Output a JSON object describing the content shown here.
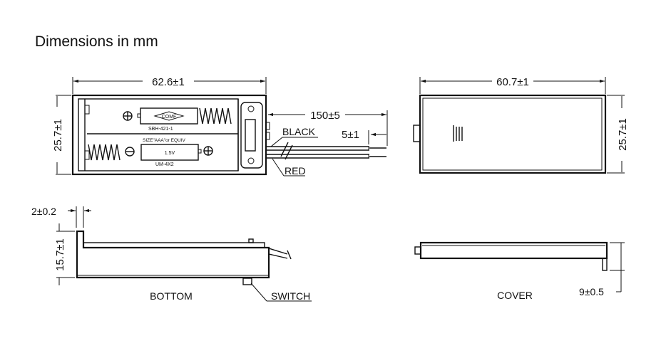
{
  "title": "Dimensions in mm",
  "top_view": {
    "width_dim": "62.6±1",
    "height_dim": "25.7±1",
    "wire_length_dim": "150±5",
    "strip_dim": "5±1",
    "wire_black": "BLACK",
    "wire_red": "RED",
    "label_model": "SBH-421-1",
    "label_logo": "COMF",
    "label_size": "SIZE\"AAA\"or EQUIV",
    "label_voltage": "1.5V",
    "label_um": "UM-4X2"
  },
  "cover_top_view": {
    "width_dim": "60.7±1",
    "height_dim": "25.7±1"
  },
  "bottom_view": {
    "wall_dim": "2±0.2",
    "height_dim": "15.7±1",
    "caption": "BOTTOM",
    "switch_label": "SWITCH"
  },
  "cover_side_view": {
    "caption": "COVER",
    "tab_dim": "9±0.5"
  }
}
